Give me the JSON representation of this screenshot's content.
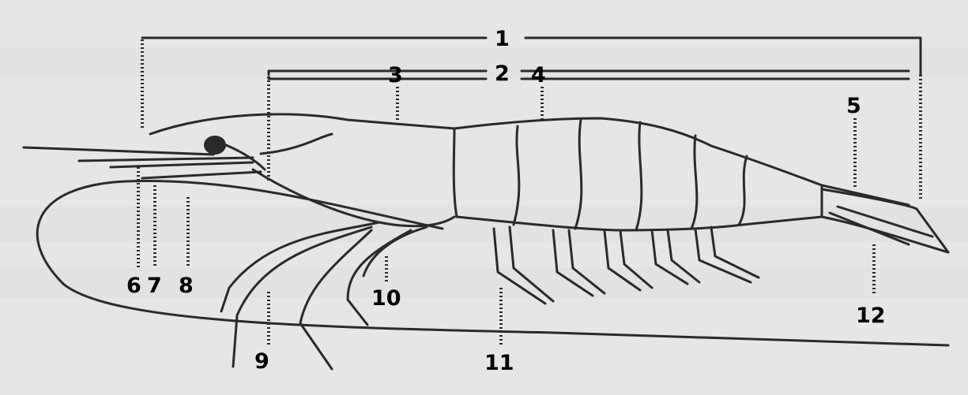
{
  "labels": {
    "n1": "1",
    "n2": "2",
    "n3": "3",
    "n4": "4",
    "n5": "5",
    "n6": "6",
    "n7": "7",
    "n8": "8",
    "n9": "9",
    "n10": "10",
    "n11": "11",
    "n12": "12"
  },
  "colors": {
    "ink": "#2a2a2a",
    "paper": "#e6e6e6"
  }
}
